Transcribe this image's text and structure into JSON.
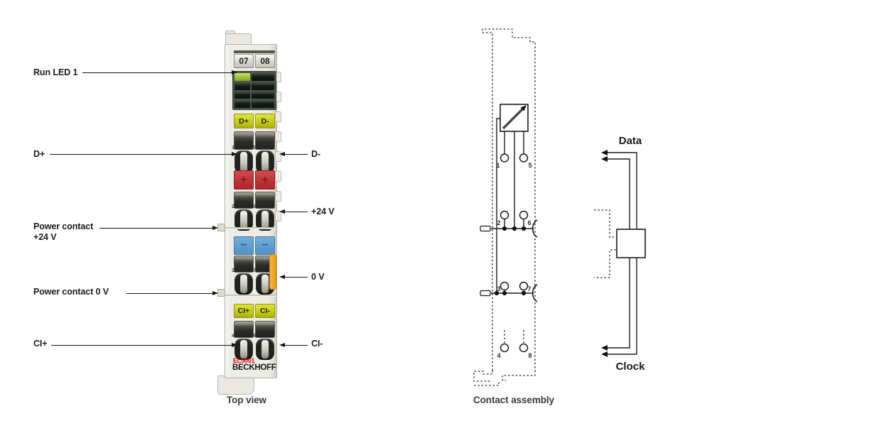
{
  "top_view": {
    "caption": "Top view",
    "id_labels": [
      "07",
      "08"
    ],
    "yellow_top": [
      "D+",
      "D-"
    ],
    "red_row": [
      "+",
      "+"
    ],
    "blue_row": [
      "−",
      "−"
    ],
    "yellow_bottom": [
      "CI+",
      "CI-"
    ],
    "contact_numbers": [
      "1",
      "5",
      "2",
      "6",
      "3",
      "7",
      "4",
      "8"
    ],
    "product": "EL5001",
    "brand": "BECKHOFF",
    "callouts_left": [
      {
        "label": "Run LED 1"
      },
      {
        "label": "D+"
      },
      {
        "label": "Power contact",
        "label2": "+24 V"
      },
      {
        "label": "Power contact 0 V"
      },
      {
        "label": "CI+"
      }
    ],
    "callouts_right": [
      {
        "label": "D-"
      },
      {
        "label": "+24 V"
      },
      {
        "label": "0 V"
      },
      {
        "label": "CI-"
      }
    ]
  },
  "contact_assembly": {
    "caption": "Contact assembly",
    "contact_numbers": [
      "1",
      "5",
      "2",
      "6",
      "3",
      "7",
      "4",
      "8"
    ]
  },
  "signal_diagram": {
    "data_label": "Data",
    "clock_label": "Clock"
  },
  "colors": {
    "module_body": "#edece7",
    "label_yellow": "#c6ca12",
    "plus_red": "#ba3136",
    "minus_blue": "#5c9cce",
    "power_orange": "#ef9d15",
    "led_green": "#9cc236",
    "product_red": "#e30613"
  }
}
